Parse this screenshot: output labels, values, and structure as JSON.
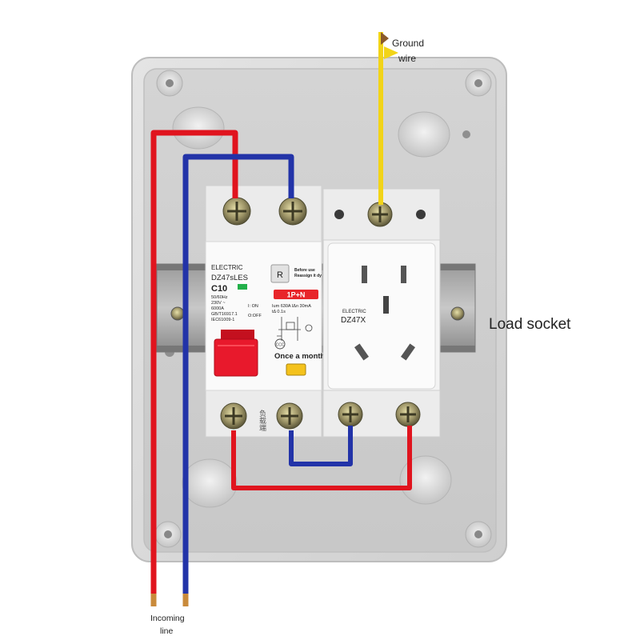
{
  "labels": {
    "ground_wire_line1": "Ground",
    "ground_wire_line2": "wire",
    "load_socket": "Load socket",
    "incoming_line1": "Incoming",
    "incoming_line2": "line"
  },
  "breaker": {
    "brand": "ELECTRIC",
    "model": "DZ47sLES",
    "rating": "C10",
    "spec_line1": "50/60Hz",
    "spec_line2": "230V ~",
    "spec_line3": "6000A",
    "spec_line4": "GB/T16917.1",
    "spec_line5": "IEC61009-1",
    "on_label": "I: ON",
    "off_label": "O:OFF",
    "test_button_letter": "R",
    "test_note_line1": "Before use",
    "test_note_line2": "Reassign it dy",
    "pole_badge": "1P+N",
    "current_spec": "Ium 630A  IΔn 30mA",
    "trip_spec": "tΔ 0.1s",
    "test_reminder": "Once a month",
    "load_side_text": "负载端"
  },
  "socket": {
    "brand": "ELECTRIC",
    "model": "DZ47X"
  },
  "colors": {
    "live_wire": "#e0141e",
    "neutral_wire": "#2233a8",
    "ground_wire": "#f2d418",
    "breaker_handle": "#e8192c",
    "badge_red": "#e8252a",
    "test_button_yellow": "#f4c21c",
    "enclosure": "#d9d9d9"
  }
}
